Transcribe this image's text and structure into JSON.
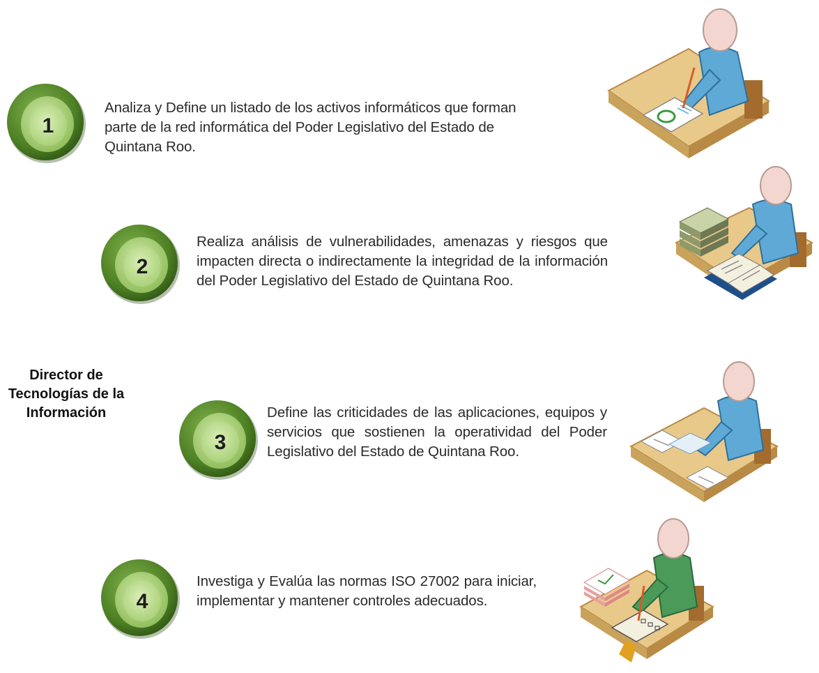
{
  "role": {
    "line1": "Director de",
    "line2": "Tecnologías de la",
    "line3": "Información"
  },
  "steps": [
    {
      "number": "1",
      "text": "Analiza y Define un listado de los activos informáticos que forman parte de la red informática del Poder Legislativo del Estado de Quintana Roo."
    },
    {
      "number": "2",
      "text": "Realiza análisis de vulnerabilidades, amenazas y riesgos que impacten directa o indirectamente la integridad de la información del Poder Legislativo del Estado de Quintana Roo."
    },
    {
      "number": "3",
      "text": "Define las criticidades de las aplicaciones, equipos y servicios que sostienen la operatividad del Poder Legislativo del Estado de Quintana Roo."
    },
    {
      "number": "4",
      "text": "Investiga y Evalúa las normas ISO 27002 para iniciar, implementar y mantener controles adecuados."
    }
  ],
  "colors": {
    "badge_dark": "#3f6b1f",
    "badge_mid": "#6e9e3a",
    "badge_light": "#a9cf78",
    "badge_inner": "#c6e39a",
    "desk": "#e8c98a",
    "desk_edge": "#b98a45",
    "person_blue": "#5fa9d6",
    "person_green": "#4c9a5a",
    "head": "#f2d6cf"
  },
  "icons": {
    "illustration_1": "person-writing-icon",
    "illustration_2": "person-reading-books-icon",
    "illustration_3": "person-reviewing-papers-icon",
    "illustration_4": "person-checklist-icon"
  }
}
